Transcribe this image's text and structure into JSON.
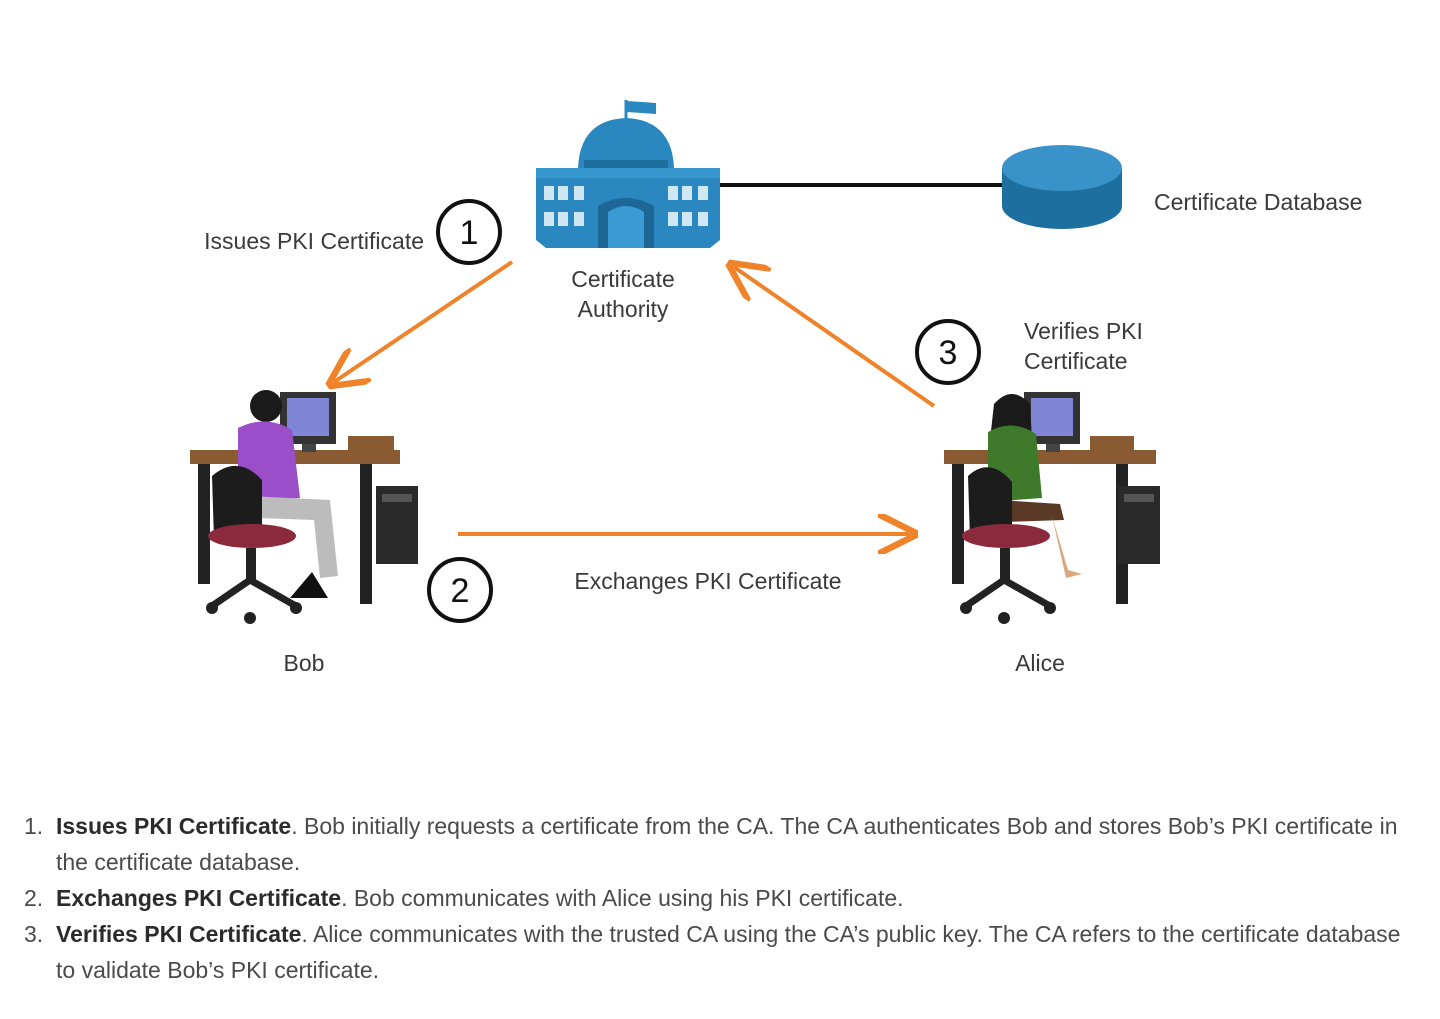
{
  "diagram": {
    "nodes": {
      "ca": {
        "label_line1": "Certificate",
        "label_line2": "Authority"
      },
      "database": {
        "label": "Certificate Database"
      },
      "bob": {
        "label": "Bob"
      },
      "alice": {
        "label": "Alice"
      }
    },
    "steps": [
      {
        "number": "1",
        "label": "Issues PKI Certificate"
      },
      {
        "number": "2",
        "label": "Exchanges PKI Certificate"
      },
      {
        "number": "3",
        "label_line1": "Verifies PKI",
        "label_line2": "Certificate"
      }
    ],
    "colors": {
      "arrow": "#f0822a",
      "building": "#2a87bf",
      "connector": "#111111"
    },
    "icons": [
      "building-icon",
      "database-icon",
      "workstation-icon"
    ]
  },
  "legend": [
    {
      "number": "1.",
      "title": "Issues PKI Certificate",
      "text": ". Bob initially requests a certificate from the CA. The CA authenticates Bob and stores Bob’s PKI certificate in the certificate database."
    },
    {
      "number": "2.",
      "title": "Exchanges PKI Certificate",
      "text": ". Bob communicates with Alice using his PKI certificate."
    },
    {
      "number": "3.",
      "title": "Verifies PKI Certificate",
      "text": ". Alice communicates with the trusted CA using the CA’s public key. The CA refers to the certificate database to validate Bob’s PKI certificate."
    }
  ]
}
